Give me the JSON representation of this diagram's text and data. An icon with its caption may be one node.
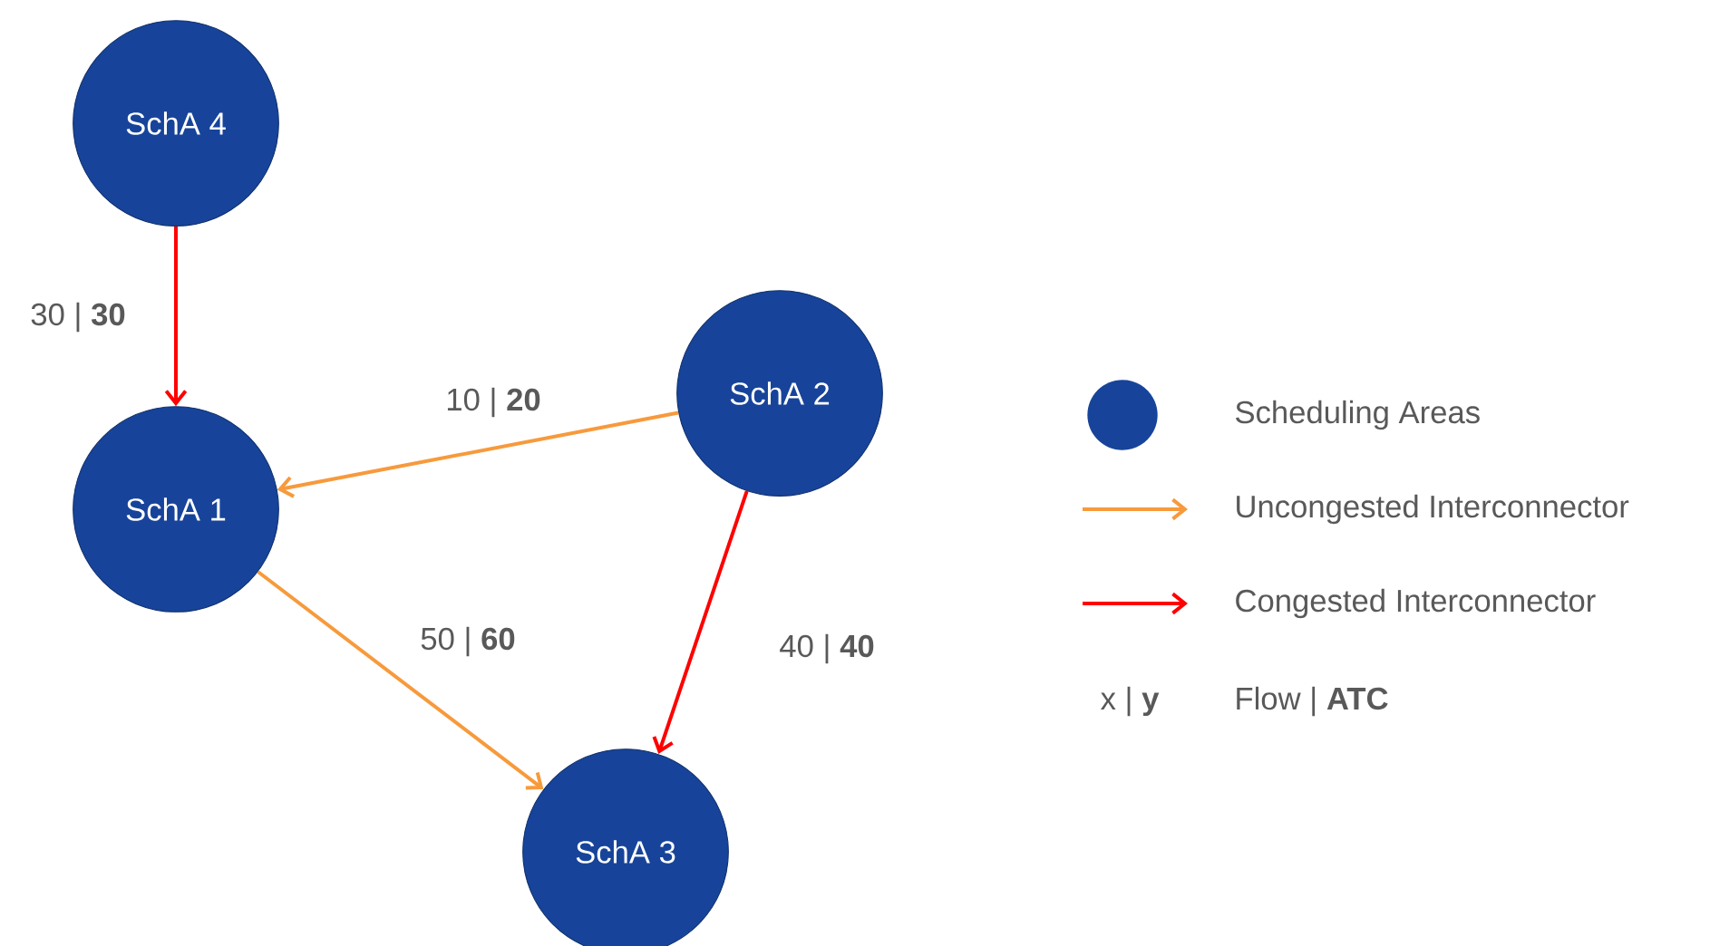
{
  "diagram": {
    "nodes": [
      {
        "text": [
          "SchA 4"
        ]
      },
      {
        "text": [
          "SchA 1"
        ]
      },
      {
        "text": [
          "SchA 2"
        ]
      },
      {
        "text": [
          "SchA 3"
        ]
      }
    ],
    "edges": [
      {
        "from": 0,
        "to": 1,
        "arrow": "to",
        "label": "30 | **30**",
        "color": "#ff0000"
      },
      {
        "from": 2,
        "to": 1,
        "arrow": "to",
        "label": "10 | **20**",
        "color": "#f79a3c"
      },
      {
        "from": 1,
        "to": 3,
        "arrow": "to",
        "label": "50 | **60**",
        "color": "#f79a3c"
      },
      {
        "from": 2,
        "to": 3,
        "arrow": "to",
        "label": "40 | **40**",
        "color": "#ff0000"
      }
    ],
    "labels": [
      "x | **y**"
    ],
    "legend": [
      {
        "text": "Scheduling Areas",
        "color": "#17449a"
      },
      {
        "text": "Uncongested Interconnector",
        "color": "#f79a3c"
      },
      {
        "text": "Congested Interconnector",
        "color": "#ff0000"
      },
      {
        "text": "Flow | **ATC**"
      }
    ]
  }
}
